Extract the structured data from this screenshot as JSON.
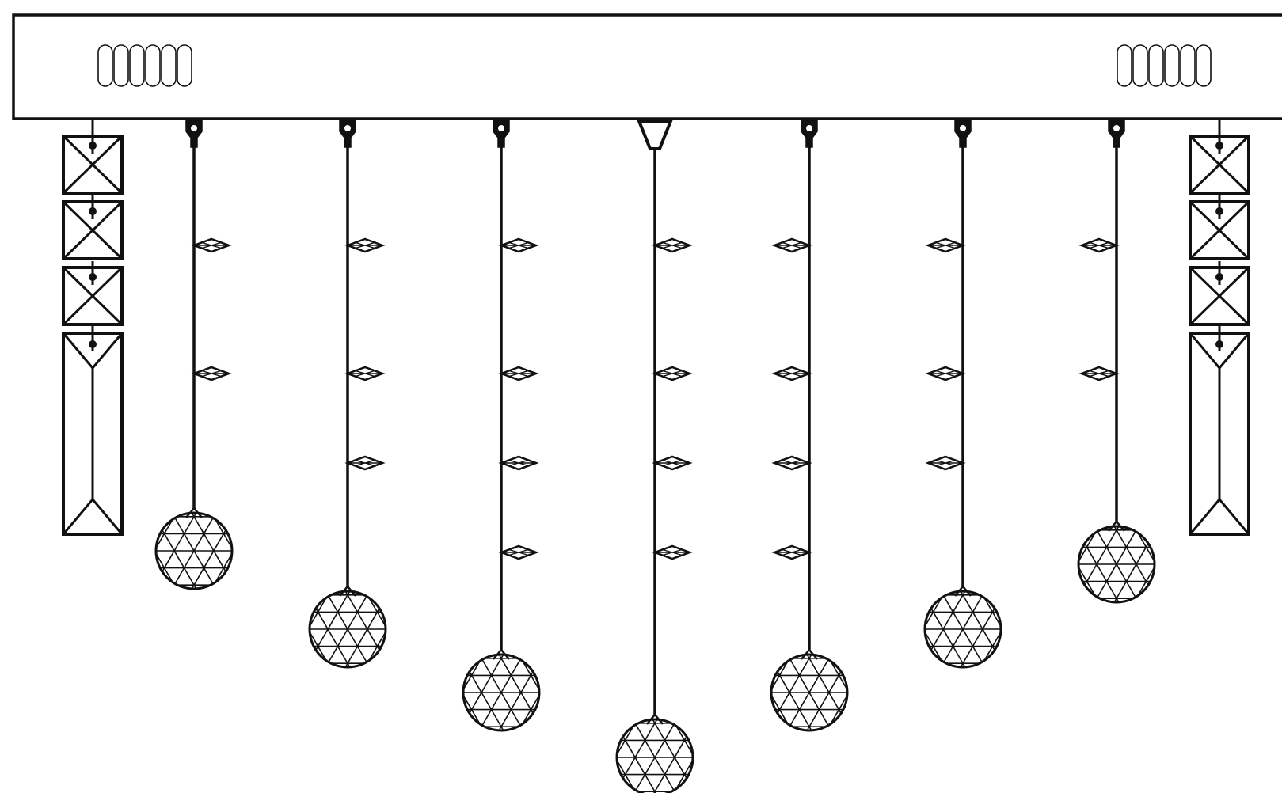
{
  "diagram": {
    "colors": {
      "stroke": "#111111",
      "background": "#ffffff"
    },
    "rail_ornament_left": "000000",
    "rail_ornament_right": "000000",
    "side_drops": [
      {
        "name": "left",
        "beads": 3,
        "prism": true
      },
      {
        "name": "right",
        "beads": 3,
        "prism": true
      }
    ],
    "strands": [
      {
        "name": "strand-1",
        "clasp": "hook",
        "side": "right",
        "crystals": 2,
        "ball": "faceted"
      },
      {
        "name": "strand-2",
        "clasp": "hook",
        "side": "right",
        "crystals": 3,
        "ball": "faceted"
      },
      {
        "name": "strand-3",
        "clasp": "hook",
        "side": "right",
        "crystals": 4,
        "ball": "faceted"
      },
      {
        "name": "strand-4",
        "clasp": "ring",
        "side": "right",
        "crystals": 4,
        "ball": "faceted"
      },
      {
        "name": "strand-5",
        "clasp": "hook",
        "side": "left",
        "crystals": 4,
        "ball": "faceted"
      },
      {
        "name": "strand-6",
        "clasp": "hook",
        "side": "left",
        "crystals": 3,
        "ball": "faceted"
      },
      {
        "name": "strand-7",
        "clasp": "hook",
        "side": "left",
        "crystals": 2,
        "ball": "faceted"
      }
    ]
  }
}
